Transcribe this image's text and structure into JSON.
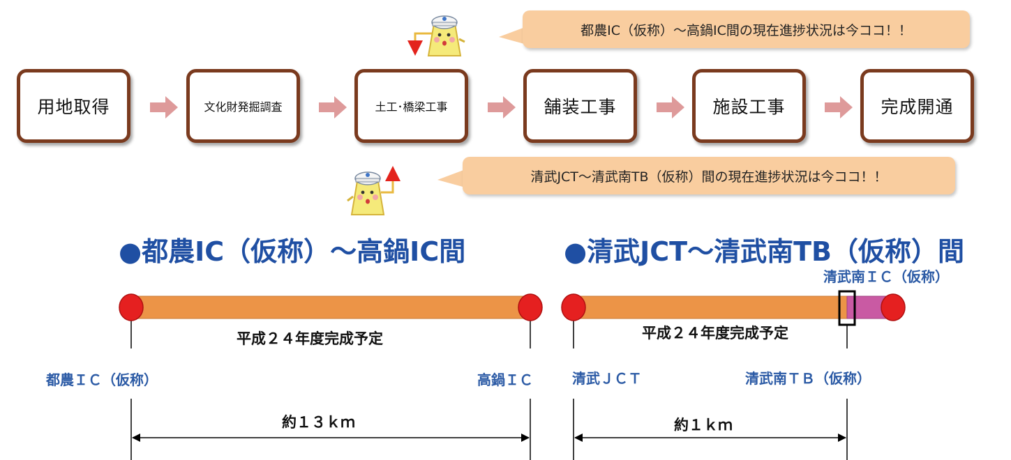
{
  "steps": [
    {
      "label": "用地取得"
    },
    {
      "label": "文化財発掘調査"
    },
    {
      "label": "土工･橋梁工事"
    },
    {
      "label": "舗装工事"
    },
    {
      "label": "施設工事"
    },
    {
      "label": "完成開通"
    }
  ],
  "bubble_top": "都農IC（仮称）～高鍋IC間の現在進捗状況は今ココ！！",
  "bubble_bottom": "清武JCT～清武南TB（仮称）間の現在進捗状況は今ココ！！",
  "colors": {
    "box_border": "#7a3a1e",
    "step_arrow": "#de9a9a",
    "bubble": "#f9cd9f",
    "title_blue": "#1f4fa3",
    "bar_orange": "#ec9447",
    "bar_pink": "#c95aa3",
    "endpoint_red": "#e52020",
    "marker_red": "#e62020"
  },
  "left_section": {
    "title": "●都農IC（仮称）～高鍋IC間",
    "completion": "平成２４年度完成予定",
    "start_label": "都農ＩＣ（仮称）",
    "end_label": "高鍋ＩＣ",
    "distance": "約１３ｋｍ"
  },
  "right_section": {
    "title": "●清武JCT～清武南TB（仮称）間",
    "interchange_label": "清武南ＩＣ（仮称）",
    "completion": "平成２４年度完成予定",
    "start_label": "清武ＪＣＴ",
    "end_label": "清武南ＴＢ（仮称）",
    "distance": "約１ｋｍ"
  }
}
